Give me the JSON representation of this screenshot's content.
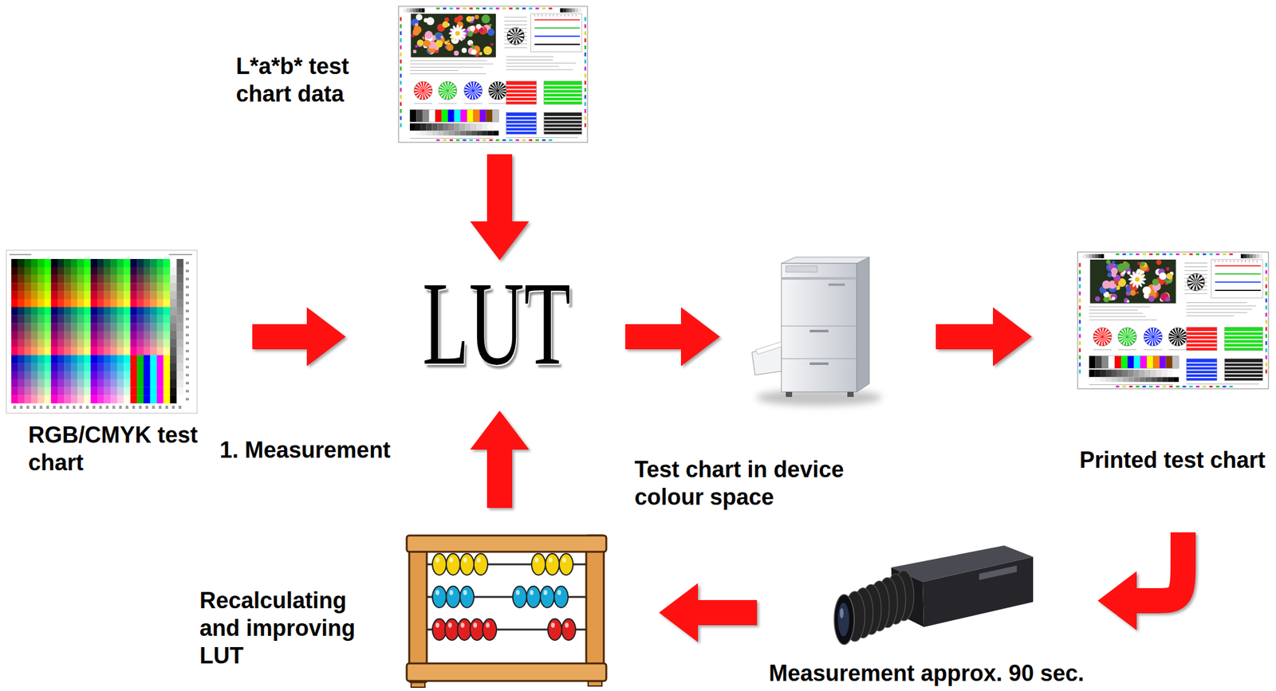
{
  "diagram": {
    "nodes": [
      {
        "text": [
          "L*a*b* test chart data"
        ]
      },
      {
        "text": [
          "RGB/CMYK test chart"
        ]
      },
      {
        "text": [
          "LUT"
        ]
      },
      {
        "text": [
          "Test chart in device colour space"
        ]
      },
      {
        "text": [
          "Printed test chart"
        ]
      },
      {
        "text": [
          "Measurement approx. 90 sec."
        ]
      },
      {
        "text": [
          "Recalculating and improving LUT"
        ]
      }
    ],
    "edges": [
      {
        "from": 0,
        "to": 2,
        "arrow": "to"
      },
      {
        "from": 1,
        "to": 2,
        "arrow": "to"
      },
      {
        "from": 2,
        "to": 3,
        "arrow": "to"
      },
      {
        "from": 3,
        "to": 4,
        "arrow": "to"
      },
      {
        "from": 4,
        "to": 5,
        "arrow": "to"
      },
      {
        "from": 5,
        "to": 6,
        "arrow": "to"
      },
      {
        "from": 6,
        "to": 2,
        "arrow": "to"
      }
    ],
    "labels": [
      "1. Measurement"
    ]
  }
}
